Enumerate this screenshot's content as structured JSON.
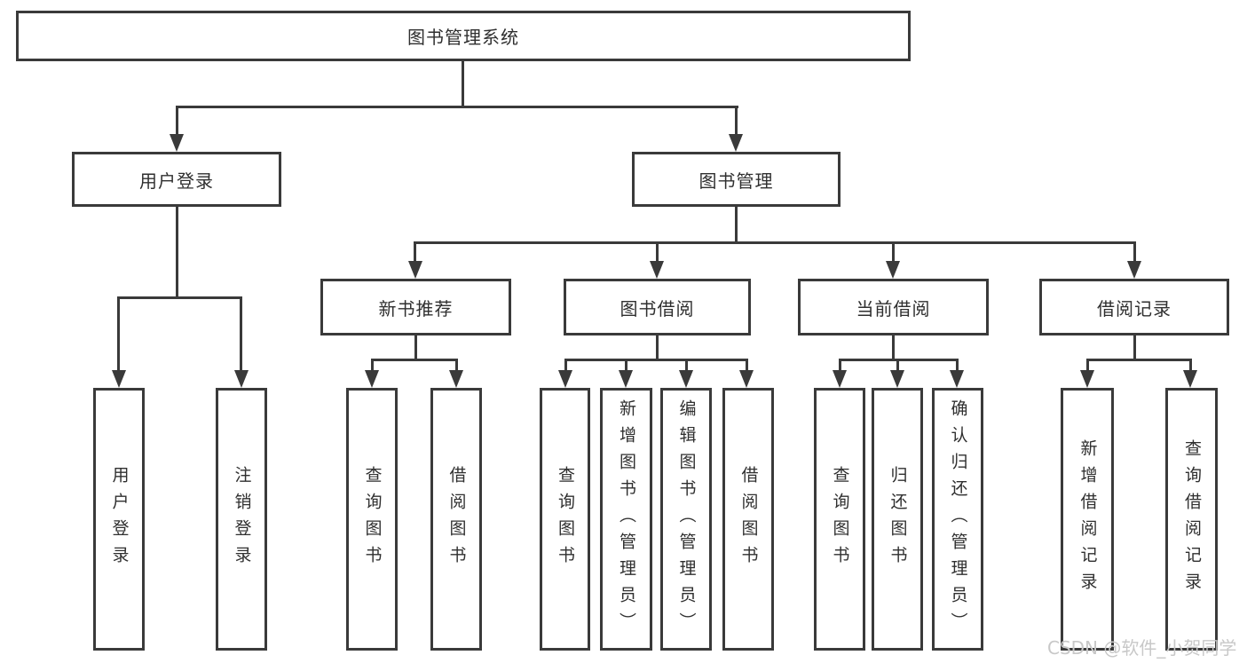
{
  "diagram": {
    "root": {
      "label": "图书管理系统"
    },
    "branches": [
      {
        "label": "用户登录",
        "children": [
          {
            "label": "用户登录"
          },
          {
            "label": "注销登录"
          }
        ]
      },
      {
        "label": "图书管理",
        "children": [
          {
            "label": "新书推荐",
            "children": [
              {
                "label": "查询图书"
              },
              {
                "label": "借阅图书"
              }
            ]
          },
          {
            "label": "图书借阅",
            "children": [
              {
                "label": "查询图书"
              },
              {
                "label": "新增图书（管理员）"
              },
              {
                "label": "编辑图书（管理员）"
              },
              {
                "label": "借阅图书"
              }
            ]
          },
          {
            "label": "当前借阅",
            "children": [
              {
                "label": "查询图书"
              },
              {
                "label": "归还图书"
              },
              {
                "label": "确认归还（管理员）"
              }
            ]
          },
          {
            "label": "借阅记录",
            "children": [
              {
                "label": "新增借阅记录"
              },
              {
                "label": "查询借阅记录"
              }
            ]
          }
        ]
      }
    ]
  },
  "watermark": {
    "text": "CSDN @软件_小贺同学"
  },
  "colors": {
    "line": "#3a3a3a",
    "box_border": "#3a3a3a",
    "box_background": "#ffffff",
    "text": "#2f2f2f",
    "watermark_text": "#c8c8c8"
  }
}
